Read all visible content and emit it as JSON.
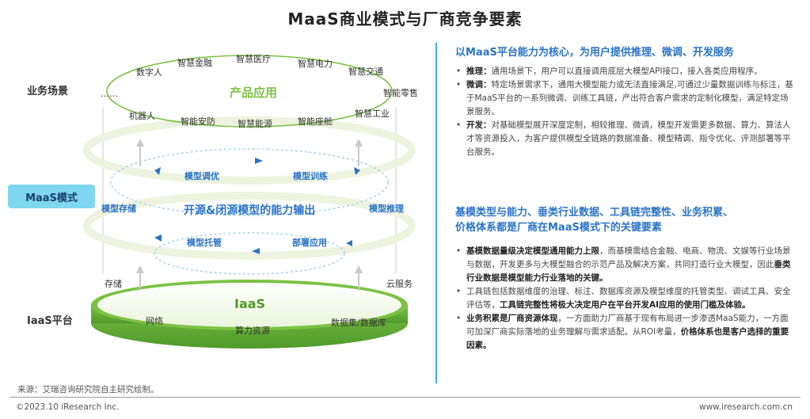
{
  "title": "MaaS商业模式与厂商竞争要素",
  "left_labels": {
    "business": "业务场景",
    "maas": "MaaS模式",
    "iaas": "IaaS平台"
  },
  "product_layer": {
    "name": "产品应用",
    "ellipsis": "……",
    "items_top": [
      "数字人",
      "智慧金融",
      "智慧医疗",
      "智慧电力",
      "智慧交通",
      "智能零售"
    ],
    "items_bottom": [
      "机器人",
      "智能安防",
      "智慧能源",
      "智能座舱",
      "智慧工业"
    ]
  },
  "maas_layer": {
    "name": "开源&闭源模型的能力输出",
    "ops": {
      "tune": "模型调优",
      "train": "模型训练",
      "store": "模型存储",
      "infer": "模型推理",
      "host": "模型托管",
      "deploy": "部署应用"
    }
  },
  "iaas_layer": {
    "name": "IaaS",
    "storage": "存储",
    "cloud": "云服务",
    "network": "网络",
    "compute": "算力资源",
    "dataset": "数据集/数据库"
  },
  "section1": {
    "heading": "以MaaS平台能力为核心，为用户提供推理、微调、开发服务",
    "bullets": [
      {
        "label": "推理：",
        "text": "通用场景下，用户可以直接调用底层大模型API接口，接入各类应用程序。"
      },
      {
        "label": "微调：",
        "text": "特定场景需求下，通用大模型能力或无法直接满足,可通过少量数据训练与标注，基于MaaS平台的一系列微调、训练工具链，产出符合客户需求的定制化模型，满足特定场景服务。"
      },
      {
        "label": "开发：",
        "text": "对基础模型展开深度定制，相较推理、微调，模型开发需更多数据、算力、算法人才等资源投入，为客户提供模型全链路的数据准备、模型精调、指令优化、评测部署等平台服务。"
      }
    ]
  },
  "section2": {
    "heading_line1": "基模类型与能力、垂类行业数据、工具链完整性、业务积累、",
    "heading_line2": "价格体系都是厂商在MaaS模式下的关键要素",
    "b1_bold": "基模数据量级决定模型通用能力上限",
    "b1_text": "，而基模需结合金融、电商、物流、文娱等行业场景与数据，开发更多与大模型融合的示范产品及解决方案，共同打造行业大模型，因此",
    "b1_bold2": "垂类行业数据是模型能力行业落地的关键。",
    "b2_text": "工具链包括数据维度的治理、标注、数据库资源及模型维度的托管类型、调试工具、安全评估等，",
    "b2_bold": "工具链完整性将极大决定用户在平台开发AI应用的使用门槛及体验。",
    "b3_bold": "业务积累是厂商资源体现",
    "b3_text": "，一方面助力厂商基于现有布局进一步渗透MaaS能力，一方面可加深厂商实际落地的业务理解与需求适配。从ROI考量，",
    "b3_bold2": "价格体系也是客户选择的重要因素。"
  },
  "footer": {
    "source": "来源：艾瑞咨询研究院自主研究绘制。",
    "copyright": "©2023.10 iResearch Inc.",
    "site": "www.iresearch.com.cn"
  },
  "colors": {
    "green": "#7cc242",
    "dark_green": "#4f9a2c",
    "blue": "#2a73c9",
    "cyan": "#3cb0e0",
    "maas_box": "#7fd7ef"
  }
}
